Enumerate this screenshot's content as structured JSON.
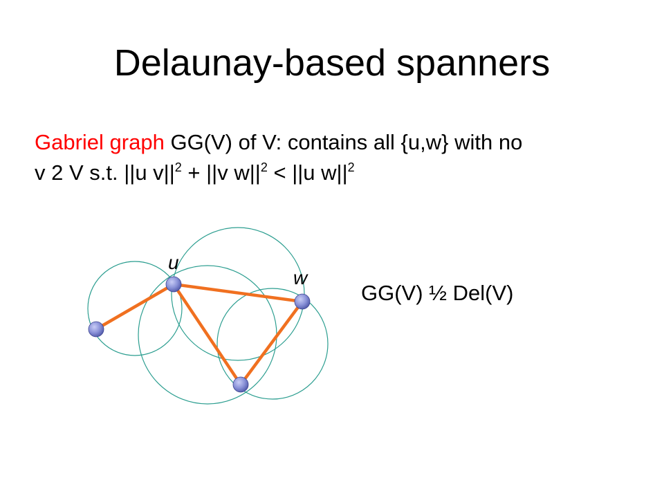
{
  "title": "Delaunay-based spanners",
  "definition": {
    "term": "Gabriel graph",
    "line1_rest": " GG(V) of V: contains all {u,w} with no",
    "line2_a": "v 2 V s.t. ||u v||",
    "exp": "2",
    "line2_b": " + ||v w||",
    "line2_c": " < ||u w||"
  },
  "diagram": {
    "label_u": "u",
    "label_w": "w",
    "edge_color": "#f07020",
    "circle_color": "#2a9d8f",
    "node_color": "#8a92d8"
  },
  "statement": "GG(V) ½ Del(V)"
}
